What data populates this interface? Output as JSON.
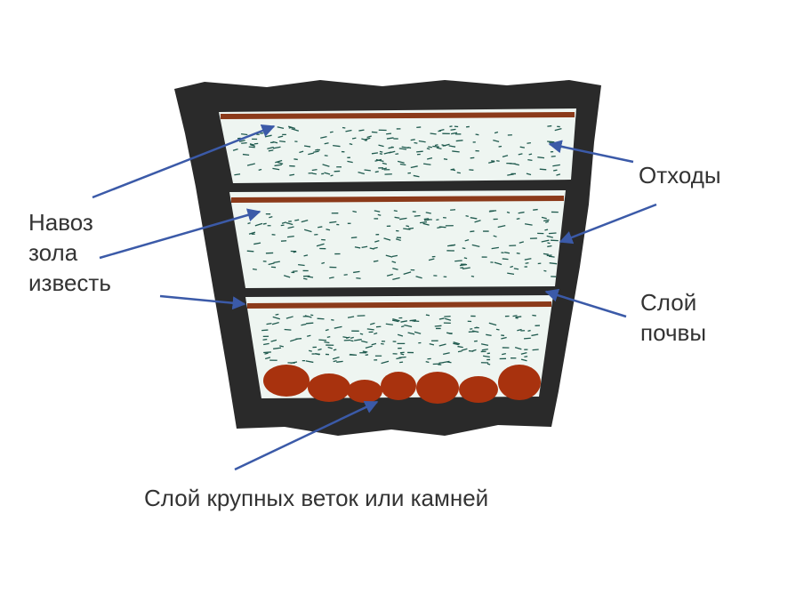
{
  "labels": {
    "manure_lines": [
      "Навоз",
      "зола",
      "известь"
    ],
    "waste": "Отходы",
    "soil_lines": [
      "Слой",
      "почвы"
    ],
    "bottom": "Слой крупных веток или камней"
  },
  "colors": {
    "pit": "#2a2a2a",
    "fill": "#eef5f1",
    "speck": "#1f5a4e",
    "brown_line": "#8b3a1a",
    "stone": "#a8320e",
    "arrow": "#3b5aa8",
    "text": "#333333"
  }
}
